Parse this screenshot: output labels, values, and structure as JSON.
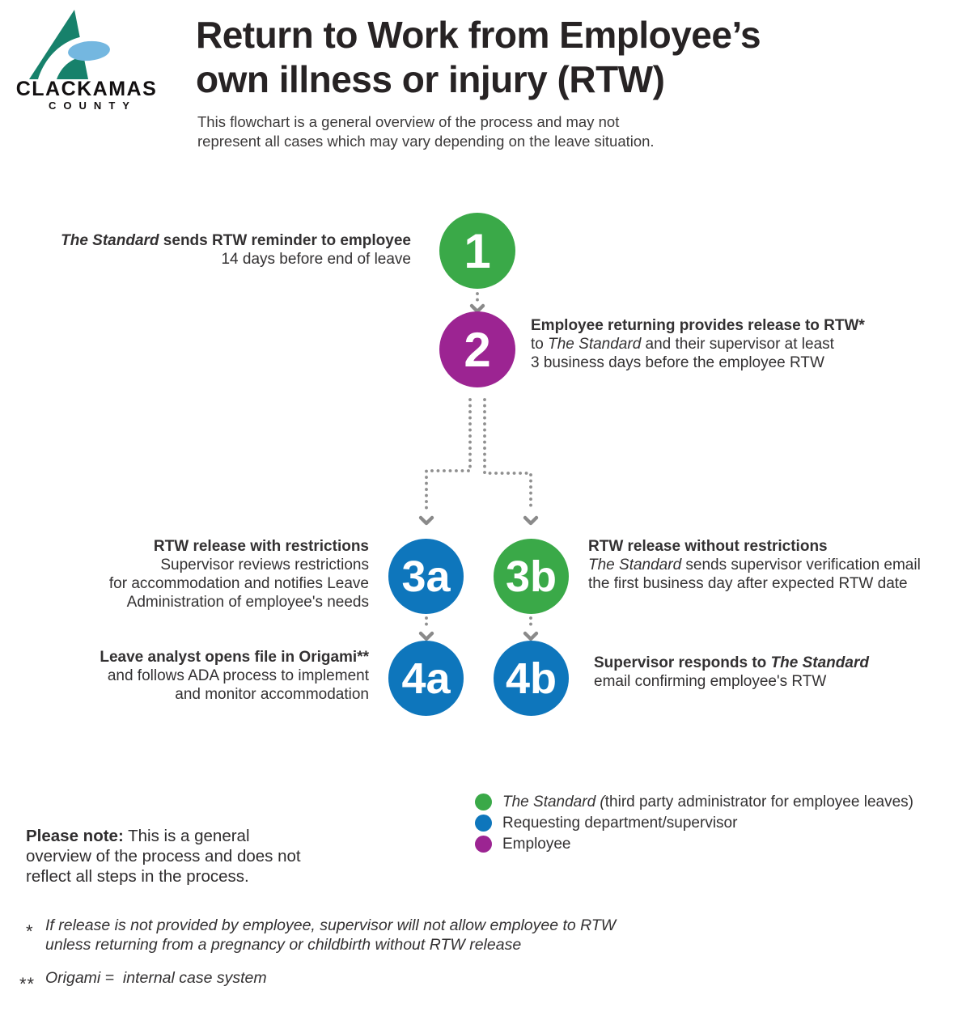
{
  "colors": {
    "green": "#3aa948",
    "blue": "#0e76bc",
    "purple": "#9c2492",
    "connector_gray": "#8f8f8f",
    "title_text": "#272324",
    "logo_teal": "#17816b",
    "logo_blue": "#74b7e0"
  },
  "logo": {
    "name": "CLACKAMAS",
    "county": "C O U N T Y",
    "county_plain": "COUNTY"
  },
  "header": {
    "title_lines": [
      "Return to Work from Employee’s",
      "own illness or injury (RTW)"
    ],
    "subtitle_lines": [
      "This flowchart is a general overview of the process and may not",
      "represent all cases which may vary depending on the leave situation."
    ]
  },
  "steps": {
    "s1": {
      "number": "1",
      "color": "green",
      "lines": [
        [
          {
            "t": "The Standard",
            "s": "bi"
          },
          {
            "t": " sends RTW reminder to employee",
            "s": "b"
          }
        ],
        [
          {
            "t": "14 days before end of leave"
          }
        ]
      ]
    },
    "s2": {
      "number": "2",
      "color": "purple",
      "lines": [
        [
          {
            "t": "Employee returning provides release to RTW*",
            "s": "b"
          }
        ],
        [
          {
            "t": "to "
          },
          {
            "t": "The Standard",
            "s": "i"
          },
          {
            "t": " and their supervisor at least"
          }
        ],
        [
          {
            "t": "3 business days before the employee RTW"
          }
        ]
      ]
    },
    "s3a": {
      "number": "3a",
      "color": "blue",
      "lines": [
        [
          {
            "t": "RTW release with restrictions",
            "s": "b"
          }
        ],
        [
          {
            "t": "Supervisor reviews restrictions"
          }
        ],
        [
          {
            "t": "for accommodation and notifies Leave"
          }
        ],
        [
          {
            "t": "Administration of employee's needs"
          }
        ]
      ]
    },
    "s3b": {
      "number": "3b",
      "color": "green",
      "lines": [
        [
          {
            "t": "RTW release without restrictions",
            "s": "b"
          }
        ],
        [
          {
            "t": "The Standard",
            "s": "i"
          },
          {
            "t": " sends supervisor verification email"
          }
        ],
        [
          {
            "t": "the first business day after expected RTW date"
          }
        ]
      ]
    },
    "s4a": {
      "number": "4a",
      "color": "blue",
      "lines": [
        [
          {
            "t": "Leave analyst opens file in Origami**",
            "s": "b"
          }
        ],
        [
          {
            "t": "and follows ADA process to implement"
          }
        ],
        [
          {
            "t": "and monitor accommodation"
          }
        ]
      ]
    },
    "s4b": {
      "number": "4b",
      "color": "blue",
      "lines": [
        [
          {
            "t": "Supervisor responds to ",
            "s": "b"
          },
          {
            "t": "The Standard",
            "s": "bi"
          }
        ],
        [
          {
            "t": "email confirming employee's RTW"
          }
        ]
      ]
    }
  },
  "legend": {
    "items": [
      {
        "color": "green",
        "label": [
          {
            "t": "The Standard (",
            "s": "i"
          },
          {
            "t": "third party administrator for employee leaves)"
          }
        ]
      },
      {
        "color": "blue",
        "label": [
          {
            "t": "Requesting department/supervisor"
          }
        ]
      },
      {
        "color": "purple",
        "label": [
          {
            "t": "Employee"
          }
        ]
      }
    ]
  },
  "note": {
    "segments": [
      {
        "t": "Please note:",
        "s": "b"
      },
      {
        "t": " This is a general overview of the process and does not reflect all steps in the process."
      }
    ]
  },
  "footnotes": [
    {
      "marker": "*",
      "lines": [
        "If release is not provided by employee, supervisor will not allow employee to RTW",
        "unless returning from a pregnancy or childbirth without RTW release"
      ]
    },
    {
      "marker": "**",
      "lines": [
        "Origami =  internal case system"
      ]
    }
  ]
}
